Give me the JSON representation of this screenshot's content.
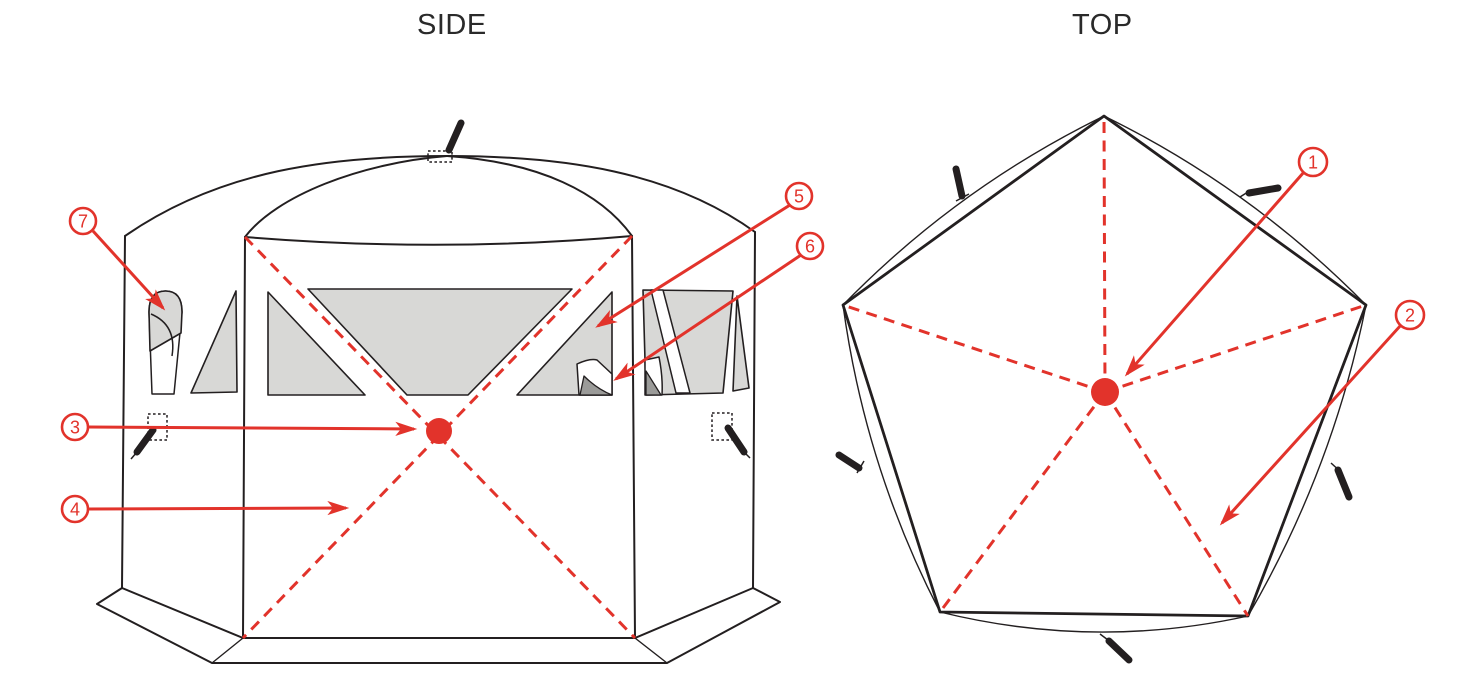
{
  "colors": {
    "accent_red": "#e2332b",
    "line_black": "#231f20",
    "mesh_gray": "#d8d8d6",
    "mesh_dark_gray": "#9b9b99",
    "background": "#ffffff"
  },
  "side_view": {
    "title": "SIDE",
    "callouts": [
      {
        "number": "7"
      },
      {
        "number": "3"
      },
      {
        "number": "4"
      },
      {
        "number": "5"
      },
      {
        "number": "6"
      }
    ]
  },
  "top_view": {
    "title": "TOP",
    "callouts": [
      {
        "number": "1"
      },
      {
        "number": "2"
      }
    ]
  }
}
